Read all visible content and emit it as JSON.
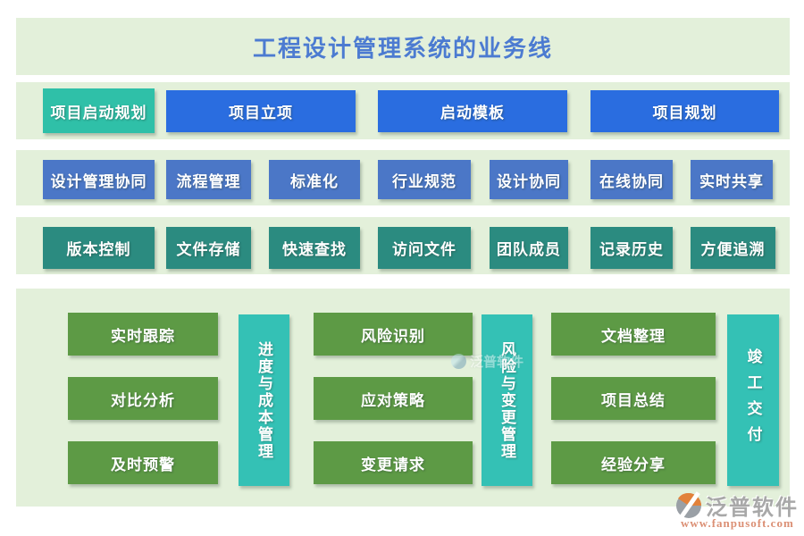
{
  "title": "工程设计管理系统的业务线",
  "rows": {
    "row1": [
      {
        "label": "项目启动规划"
      },
      {
        "label": "项目立项"
      },
      {
        "label": "启动模板"
      },
      {
        "label": "项目规划"
      }
    ],
    "row2": [
      {
        "label": "设计管理协同"
      },
      {
        "label": "流程管理"
      },
      {
        "label": "标准化"
      },
      {
        "label": "行业规范"
      },
      {
        "label": "设计协同"
      },
      {
        "label": "在线协同"
      },
      {
        "label": "实时共享"
      }
    ],
    "row3": [
      {
        "label": "版本控制"
      },
      {
        "label": "文件存储"
      },
      {
        "label": "快速查找"
      },
      {
        "label": "访问文件"
      },
      {
        "label": "团队成员"
      },
      {
        "label": "记录历史"
      },
      {
        "label": "方便追溯"
      }
    ]
  },
  "groups": [
    {
      "side_label": "进度与成本管理",
      "boxes": [
        {
          "label": "实时跟踪"
        },
        {
          "label": "对比分析"
        },
        {
          "label": "及时预警"
        }
      ]
    },
    {
      "side_label": "风险与变更管理",
      "boxes": [
        {
          "label": "风险识别"
        },
        {
          "label": "应对策略"
        },
        {
          "label": "变更请求"
        }
      ]
    },
    {
      "side_label": "竣工交付",
      "boxes": [
        {
          "label": "文档整理"
        },
        {
          "label": "项目总结"
        },
        {
          "label": "经验分享"
        }
      ]
    }
  ],
  "watermark": {
    "brand": "泛普软件"
  },
  "footer_logo": {
    "brand": "泛普软件",
    "url": "www.fanpusoft.com"
  },
  "colors": {
    "band_bg": "#e3f0da",
    "title_text": "#4c7bd1",
    "teal": "#2fc0a8",
    "blue_bright": "#2a6de0",
    "blue_muted": "#4b77c7",
    "teal_dark": "#2b8b80",
    "green": "#5d9a45",
    "cyan_bar": "#34c1b5"
  }
}
